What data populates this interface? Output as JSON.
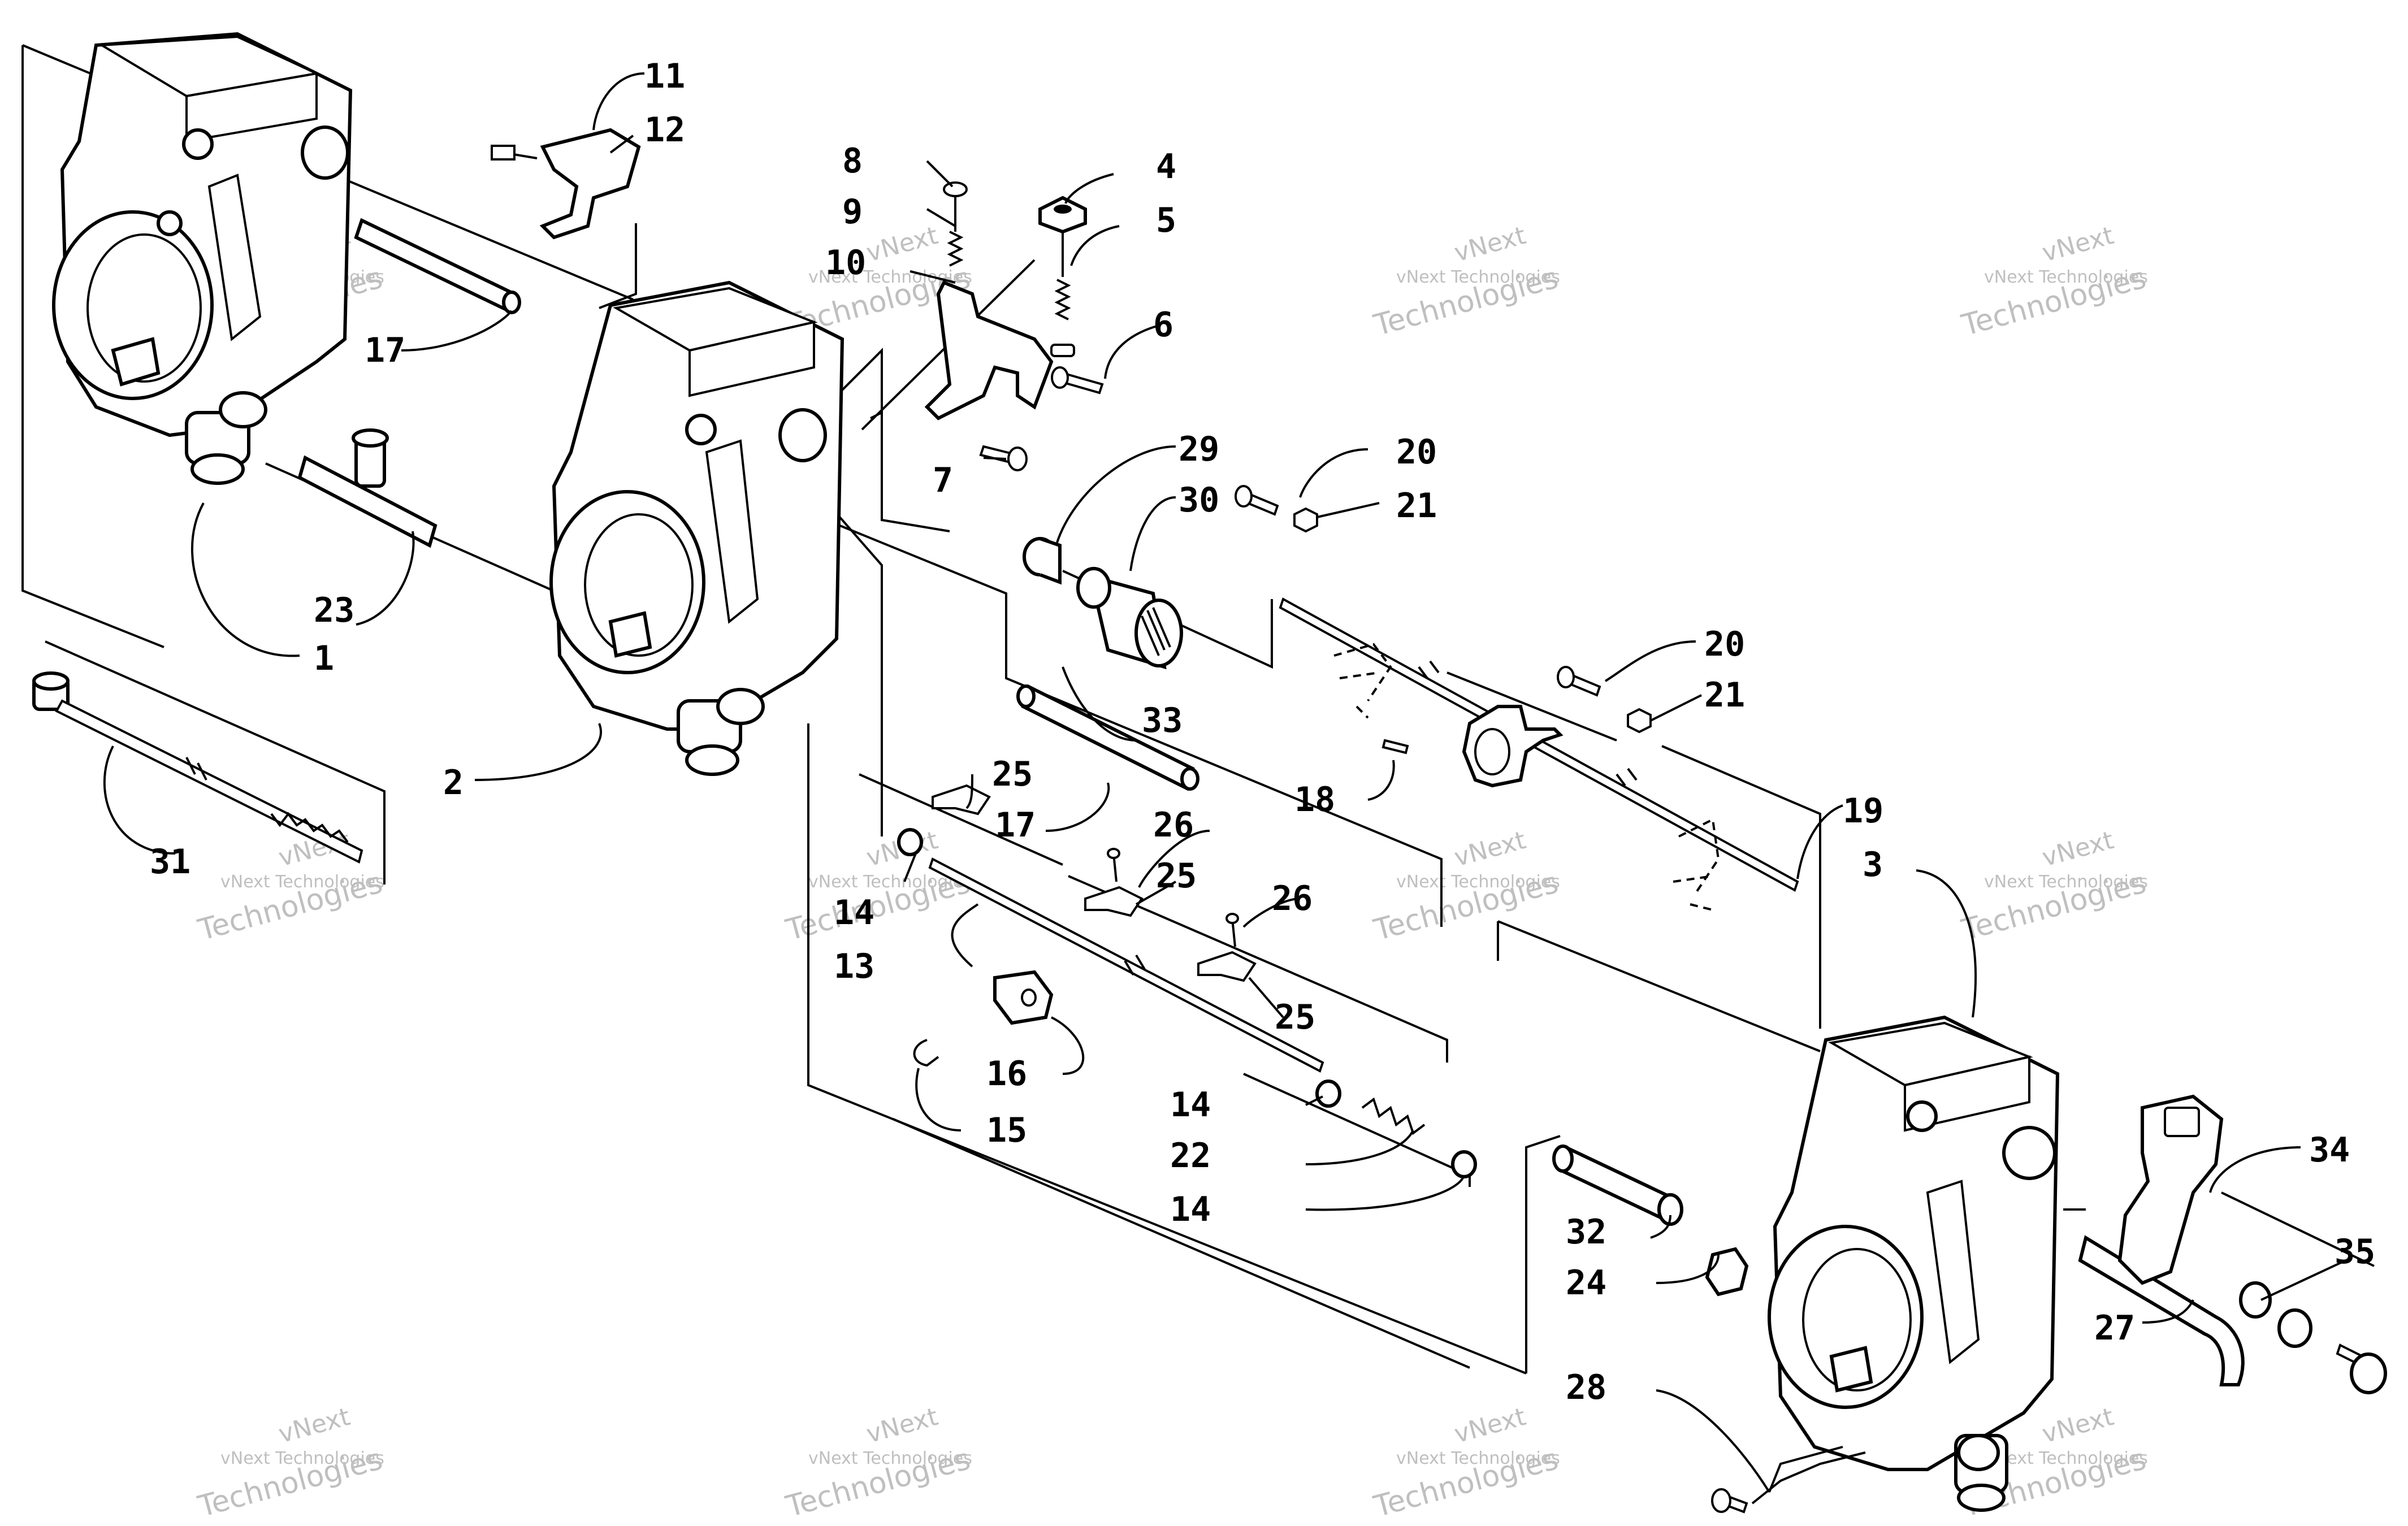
{
  "labels": [
    {
      "id": "1"
    },
    {
      "id": "2"
    },
    {
      "id": "3"
    },
    {
      "id": "4"
    },
    {
      "id": "5"
    },
    {
      "id": "6"
    },
    {
      "id": "7"
    },
    {
      "id": "8"
    },
    {
      "id": "9"
    },
    {
      "id": "10"
    },
    {
      "id": "11"
    },
    {
      "id": "12"
    },
    {
      "id": "13"
    },
    {
      "id": "14a",
      "text": "14"
    },
    {
      "id": "14b",
      "text": "14"
    },
    {
      "id": "14c",
      "text": "14"
    },
    {
      "id": "15"
    },
    {
      "id": "16"
    },
    {
      "id": "17a",
      "text": "17"
    },
    {
      "id": "17b",
      "text": "17"
    },
    {
      "id": "18"
    },
    {
      "id": "19"
    },
    {
      "id": "20a",
      "text": "20"
    },
    {
      "id": "20b",
      "text": "20"
    },
    {
      "id": "21a",
      "text": "21"
    },
    {
      "id": "21b",
      "text": "21"
    },
    {
      "id": "22"
    },
    {
      "id": "23"
    },
    {
      "id": "24"
    },
    {
      "id": "25a",
      "text": "25"
    },
    {
      "id": "25b",
      "text": "25"
    },
    {
      "id": "25c",
      "text": "25"
    },
    {
      "id": "26a",
      "text": "26"
    },
    {
      "id": "26b",
      "text": "26"
    },
    {
      "id": "27"
    },
    {
      "id": "28"
    },
    {
      "id": "29"
    },
    {
      "id": "30"
    },
    {
      "id": "31"
    },
    {
      "id": "32"
    },
    {
      "id": "33"
    },
    {
      "id": "34"
    },
    {
      "id": "35"
    }
  ],
  "watermark": {
    "line1": "vNext Technologies",
    "line2": "vNext",
    "line3": "Technologies"
  }
}
